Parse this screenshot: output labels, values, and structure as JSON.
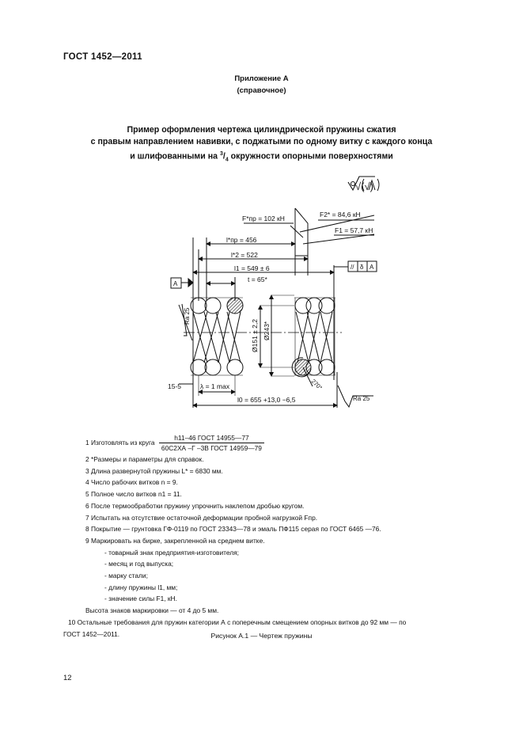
{
  "header": {
    "doc_id": "ГОСТ  1452—2011"
  },
  "appendix": {
    "title": "Приложение А",
    "subtitle": "(справочное)"
  },
  "title": {
    "line1": "Пример оформления чертежа цилиндрической пружины сжатия",
    "line2": "с правым направлением навивки, с поджатыми по одному витку с каждого конца",
    "line3_a": "и шлифованными на ",
    "line3_num": "3",
    "line3_den": "4",
    "line3_b": " окружности опорными поверхностями"
  },
  "drawing": {
    "roughness_symbol": "√(√)",
    "fpr_label": "F*пр = 102 кН",
    "f2_label": "F2* = 84,6 кН",
    "f1_label": "F1 = 57,7 кН",
    "lpr_label": "l*пр = 456",
    "l2_label": "l*2 = 522",
    "l1_label": "l1 = 549 ± 6",
    "t_label": "t = 65*",
    "d_outer_label": "Ø243*",
    "d_inner_label": "Ø151 ± 2,2",
    "tolerance_frame": [
      "//",
      "δ",
      "A"
    ],
    "datum": "A",
    "ra_left": "Ra 25",
    "ra_right": "Ra 25",
    "angle_label": "270°",
    "dim_15": "15-5",
    "lambda_label": "λ = 1 max",
    "l0_label": "l0 = 655 +13,0 −6,5"
  },
  "notes": {
    "n1_prefix": "1  Изготовлять из круга",
    "n1_top": "h11–46 ГОСТ 14955—77",
    "n1_bottom": "60С2ХА –Г –3В ГОСТ 14959—79",
    "n2": "2  *Размеры и параметры для справок.",
    "n3": "3  Длина развернутой пружины L* = 6830 мм.",
    "n4": "4  Число рабочих витков n = 9.",
    "n5": "5  Полное число витков n1 = 11.",
    "n6": "6  После термообработки пружину упрочнить наклепом дробью кругом.",
    "n7": "7  Испытать на отсутствие остаточной деформации пробной нагрузкой Fпр.",
    "n8": "8  Покрытие — грунтовка ГФ-0119 по ГОСТ 23343—78 и эмаль ПФ115 серая по ГОСТ 6465 —76.",
    "n9": "9  Маркировать на бирке, закрепленной на среднем витке.",
    "n9_items": [
      "- товарный знак предприятия-изготовителя;",
      "- месяц и год выпуска;",
      "- марку стали;",
      "- длину пружины l1, мм;",
      "- значение силы F1, кН."
    ],
    "marking_height": "Высота знаков маркировки — от 4 до 5 мм.",
    "n10_line1": "10  Остальные требования для пружин категории А с поперечным смещением опорных витков до 92 мм — по",
    "n10_line2": "ГОСТ 1452—2011."
  },
  "caption": "Рисунок А.1 — Чертеж пружины",
  "page_number": "12"
}
